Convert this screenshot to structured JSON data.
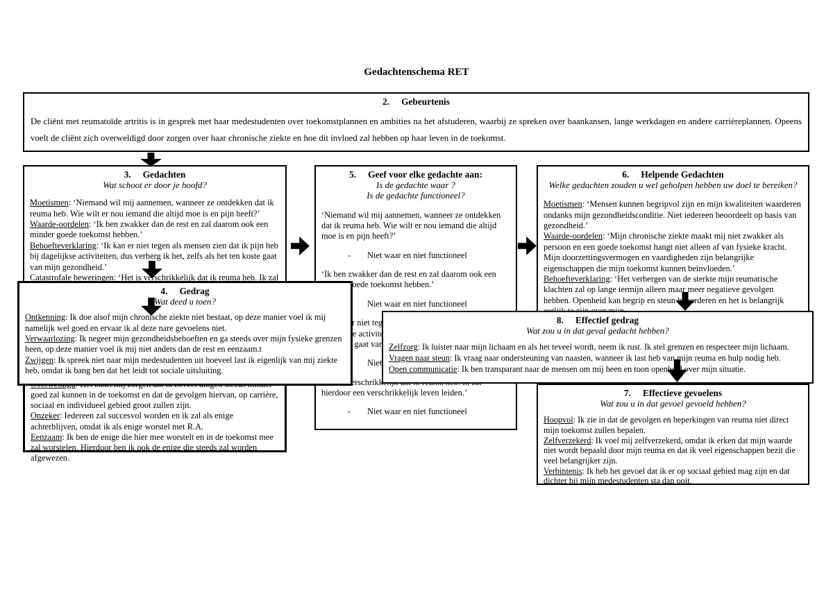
{
  "title": "Gedachtenschema RET",
  "icons": {
    "flow_arrow_down": "thick black down arrow",
    "flow_arrow_right": "thick black right arrow"
  },
  "boxes": {
    "gebeurtenis": {
      "number": "2.",
      "heading": "Gebeurtenis",
      "body": "De cliënt met reumatoïde artritis is in gesprek met haar medestudenten over toekomstplannen en ambities na het afstuderen, waarbij ze spreken over baankansen, lange werkdagen en andere carrièreplannen. Opeens voelt de cliënt zich overweldigd door zorgen over haar chronische ziekte en hoe dit invloed zal hebben op haar leven in de toekomst."
    },
    "gedachten": {
      "number": "3.",
      "heading": "Gedachten",
      "subtitle": "Wat schoot er door je hoofd?",
      "items": [
        {
          "label": "Moetismen",
          "text": ": ‘Niemand wil mij aannemen, wanneer ze ontdekken dat ik reuma heb. Wie wilt er nou iemand die altijd moe is en pijn heeft?’"
        },
        {
          "label": "Waarde-oordelen",
          "text": ": ‘Ik ben zwakker dan de rest en zal daarom ook een minder goede toekomst hebben.’"
        },
        {
          "label": "Behoefteverklaring",
          "text": ": ‘Ik kan er niet tegen als mensen zien dat ik pijn heb bij dagelijkse activiteiten, dus verberg ik het, zelfs als het ten koste gaat van mijn gezondheid.’"
        },
        {
          "label": "Catastrofale beweringen",
          "text": ": ‘Het is verschrikkelijk dat ik reuma heb. Ik zal"
        }
      ]
    },
    "toetsing": {
      "number": "5.",
      "heading": "Geef voor elke gedachte aan:",
      "subtitle1": "Is de gedachte waar ?",
      "subtitle2": "Is de gedachte functioneel?",
      "items": [
        {
          "quote": "‘Niemand wil mij aannemen, wanneer ze ontdekken dat ik reuma heb. Wie wilt er nou iemand die altijd moe is en pijn heeft?’",
          "dash": "-",
          "verdict": "Niet waar en niet functioneel"
        },
        {
          "quote": "‘Ik ben zwakker dan de rest en zal daarom ook een minder goede toekomst hebben.’",
          "dash": "-",
          "verdict": "Niet waar en niet functioneel"
        },
        {
          "quote": "‘Ik kan er niet tegen als mensen zien dat ik pijn heb bij dagelijkse activiteiten, dus verberg ik het, zelfs als het ten koste gaat van mijn gezondheid.’",
          "dash": "-",
          "verdict": "Niet waar en niet functioneel"
        },
        {
          "quote": "‘Het is verschrikkelijk dat ik reuma heb. Ik zal hierdoor een verschrikkelijk leven leiden.’",
          "dash": "-",
          "verdict": "Niet waar en niet functioneel"
        }
      ]
    },
    "helpende_gedachten": {
      "number": "6.",
      "heading": "Helpende Gedachten",
      "subtitle": "Welke gedachten zouden u wel geholpen hebben uw doel te bereiken?",
      "items": [
        {
          "label": "Moetismen",
          "text": ": ‘Mensen kunnen begripvol zijn en mijn kwaliteiten waarderen ondanks mijn gezondheidsconditie. Niet iedereen beoordeelt op basis van gezondheid.’"
        },
        {
          "label": "Waarde-oordelen",
          "text": ": ‘Mijn chronische ziekte maakt mij niet zwakker als persoon en een goede toekomst hangt niet alleen af van fysieke kracht. Mijn doorzettingsvermogen en vaardigheden zijn belangrijke eigenschappen die mijn toekomst kunnen beïnvloeden.’"
        },
        {
          "label": "Behoefteverklaring",
          "text": ": ‘Het verbergen van de sterkte mijn reumatische klachten zal op lange termijn alleen maar meer negatieve gevolgen hebben. Openheid kan begrip en steun bevorderen en het is belangrijk eerlijk te zijn over mijn"
        }
      ]
    },
    "gedrag": {
      "number": "4.",
      "heading": "Gedrag",
      "subtitle": "Wat deed u toen?",
      "items": [
        {
          "label": "Ontkenning",
          "text": ": Ik doe alsof mijn chronische ziekte niet bestaat, op deze manier voel ik mij namelijk wel goed en ervaar ik al deze nare gevoelens niet."
        },
        {
          "label": "Verwaarlozing",
          "text": ": Ik negeer mijn gezondheidsbehoeften en ga steeds over mijn fysieke grenzen heen, op deze manier voel ik mij niet anders dan de rest en eenzaam.t"
        },
        {
          "label": "Zwijgen",
          "text": ": Ik spreek niet naar mijn medestudenten uit hoeveel last ik eigenlijk van mij ziekte heb, omdat ik bang ben dat het leidt tot sociale uitsluiting."
        }
      ]
    },
    "gevoelens": {
      "items": [
        {
          "label": "Overweldigd",
          "text": ": Het baart mij zorgen dat ik zoveel dingen steeds minder goed zal kunnen in de toekomst en dat de gevolgen hiervan, op carrière, sociaal en individueel gebied groot zullen zijn."
        },
        {
          "label": "Onzeker",
          "text": ": Iedereen zal succesvol worden en ik zal als enige achterblijven, omdat ik als enige worstel met R.A."
        },
        {
          "label": "Eenzaam",
          "text": ": Ik ben de enige die hier mee worstelt en in de toekomst mee zal worstelen. Hierdoor ben ik ook de enige die steeds zal worden afgewezen."
        }
      ]
    },
    "effectief_gedrag": {
      "number": "8.",
      "heading": "Effectief gedrag",
      "subtitle": "Wat zou u in dat geval gedacht hebben?",
      "items": [
        {
          "label": "Zelfzorg",
          "text": ": Ik luister naar mijn lichaam en als het teveel wordt, neem ik rust. Ik stel grenzen en respecteer mijn lichaam."
        },
        {
          "label": "Vragen naar steun",
          "text": ": Ik vraag naar ondersteuning van naasten, wanneer ik last heb van mijn reuma en hulp nodig heb."
        },
        {
          "label": "Open communicatie",
          "text": ": Ik ben transparant naar de mensen om mij heen en toon openheid over mijn situatie."
        }
      ]
    },
    "effectieve_gevoelens": {
      "number": "7.",
      "heading": "Effectieve gevoelens",
      "subtitle": "Wat zou u in dat gevoel gevoeld hebben?",
      "items": [
        {
          "label": "Hoopvol",
          "text": ": Ik zie in dat de gevolgen en beperkingen van reuma niet direct mijn toekomst zullen bepalen."
        },
        {
          "label": "Zelfverzekerd",
          "text": ": Ik voel mij zelfverzekerd, omdat ik erken dat mijn waarde niet wordt bepaald door mijn reuma en dat ik veel eigenschappen bezit die veel belangrijker zijn."
        },
        {
          "label": "Verbintenis",
          "text": ": Ik heb het gevoel dat ik er op sociaal gebied mag zijn en dat dichter bij mijn medestudenten sta dan ooit."
        }
      ]
    }
  }
}
